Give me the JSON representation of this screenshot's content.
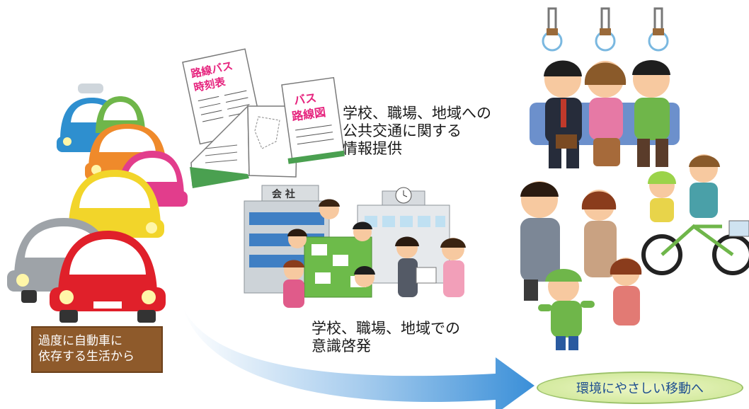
{
  "texts": {
    "from_line1": "過度に自動車に",
    "from_line2": "依存する生活から",
    "to_label": "環境にやさしい移動へ",
    "info_line1": "学校、職場、地域への",
    "info_line2": "公共交通に関する",
    "info_line3": "情報提供",
    "aware_line1": "学校、職場、地域での",
    "aware_line2": "意識啓発",
    "timetable_line1": "路線バス",
    "timetable_line2": "時刻表",
    "routemap_line1": "バス",
    "routemap_line2": "路線図",
    "company_sign": "会 社"
  },
  "colors": {
    "arrow_start": "#ffffff",
    "arrow_end": "#3a8fd8",
    "from_box": "#8e5a2b",
    "to_ellipse": "#d4eaa0",
    "pamphlet_title": "#e6247e"
  }
}
